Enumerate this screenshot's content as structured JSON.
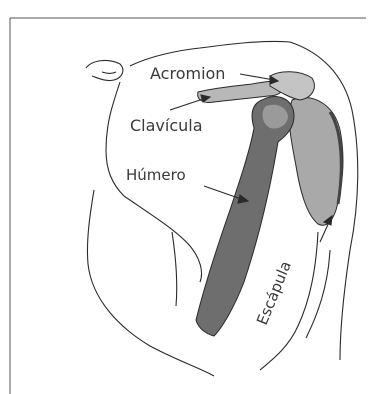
{
  "labels": {
    "acromion": "Acromion",
    "clavicula": "Clavícula",
    "humero": "Húmero",
    "escapula": "Escápula"
  },
  "colors": {
    "outline": "#2a2a2a",
    "humerus_fill": "#6e6e6e",
    "humerus_light": "#9a9a9a",
    "scapula_fill": "#a9a9a9",
    "clavicle_fill": "#b8b8b8",
    "acromion_fill": "#c4c4c4",
    "arrow": "#2a2a2a"
  }
}
